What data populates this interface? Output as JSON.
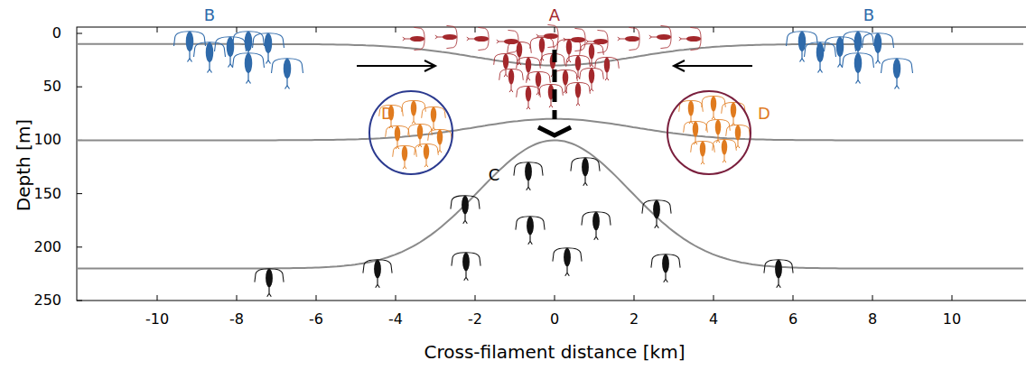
{
  "diagram": {
    "nodes": [
      {
        "text": [
          "D"
        ]
      },
      {
        "text": [
          "D"
        ]
      }
    ],
    "labels": [
      "B",
      "A",
      "B",
      "C",
      "0",
      "50",
      "100",
      "150",
      "200",
      "250",
      "Depth [m]",
      "-10",
      "-8",
      "-6",
      "-4",
      "-2",
      "0",
      "2",
      "4",
      "6",
      "8",
      "10",
      "Cross-filament distance [km]"
    ]
  }
}
